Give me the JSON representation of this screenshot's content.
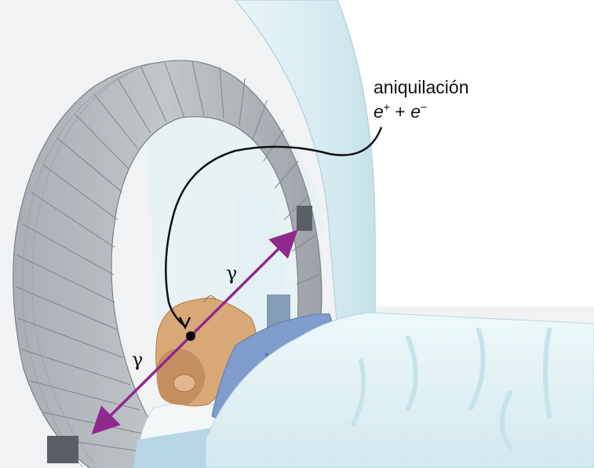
{
  "labels": {
    "annihilation": "aniquilación",
    "reaction": {
      "particle_1": "e",
      "charge_1": "+",
      "operator": "+",
      "particle_2": "e",
      "charge_2": "−"
    },
    "gamma_upper": "γ",
    "gamma_lower": "γ"
  },
  "colors": {
    "gamma_arrow": "#8e2a8e",
    "detector_ring": "#b7bcc2",
    "scanner_housing": "#dceef2",
    "skin": "#d9a877",
    "shirt": "#7f9ccc",
    "sheet": "#e2f2f5"
  }
}
